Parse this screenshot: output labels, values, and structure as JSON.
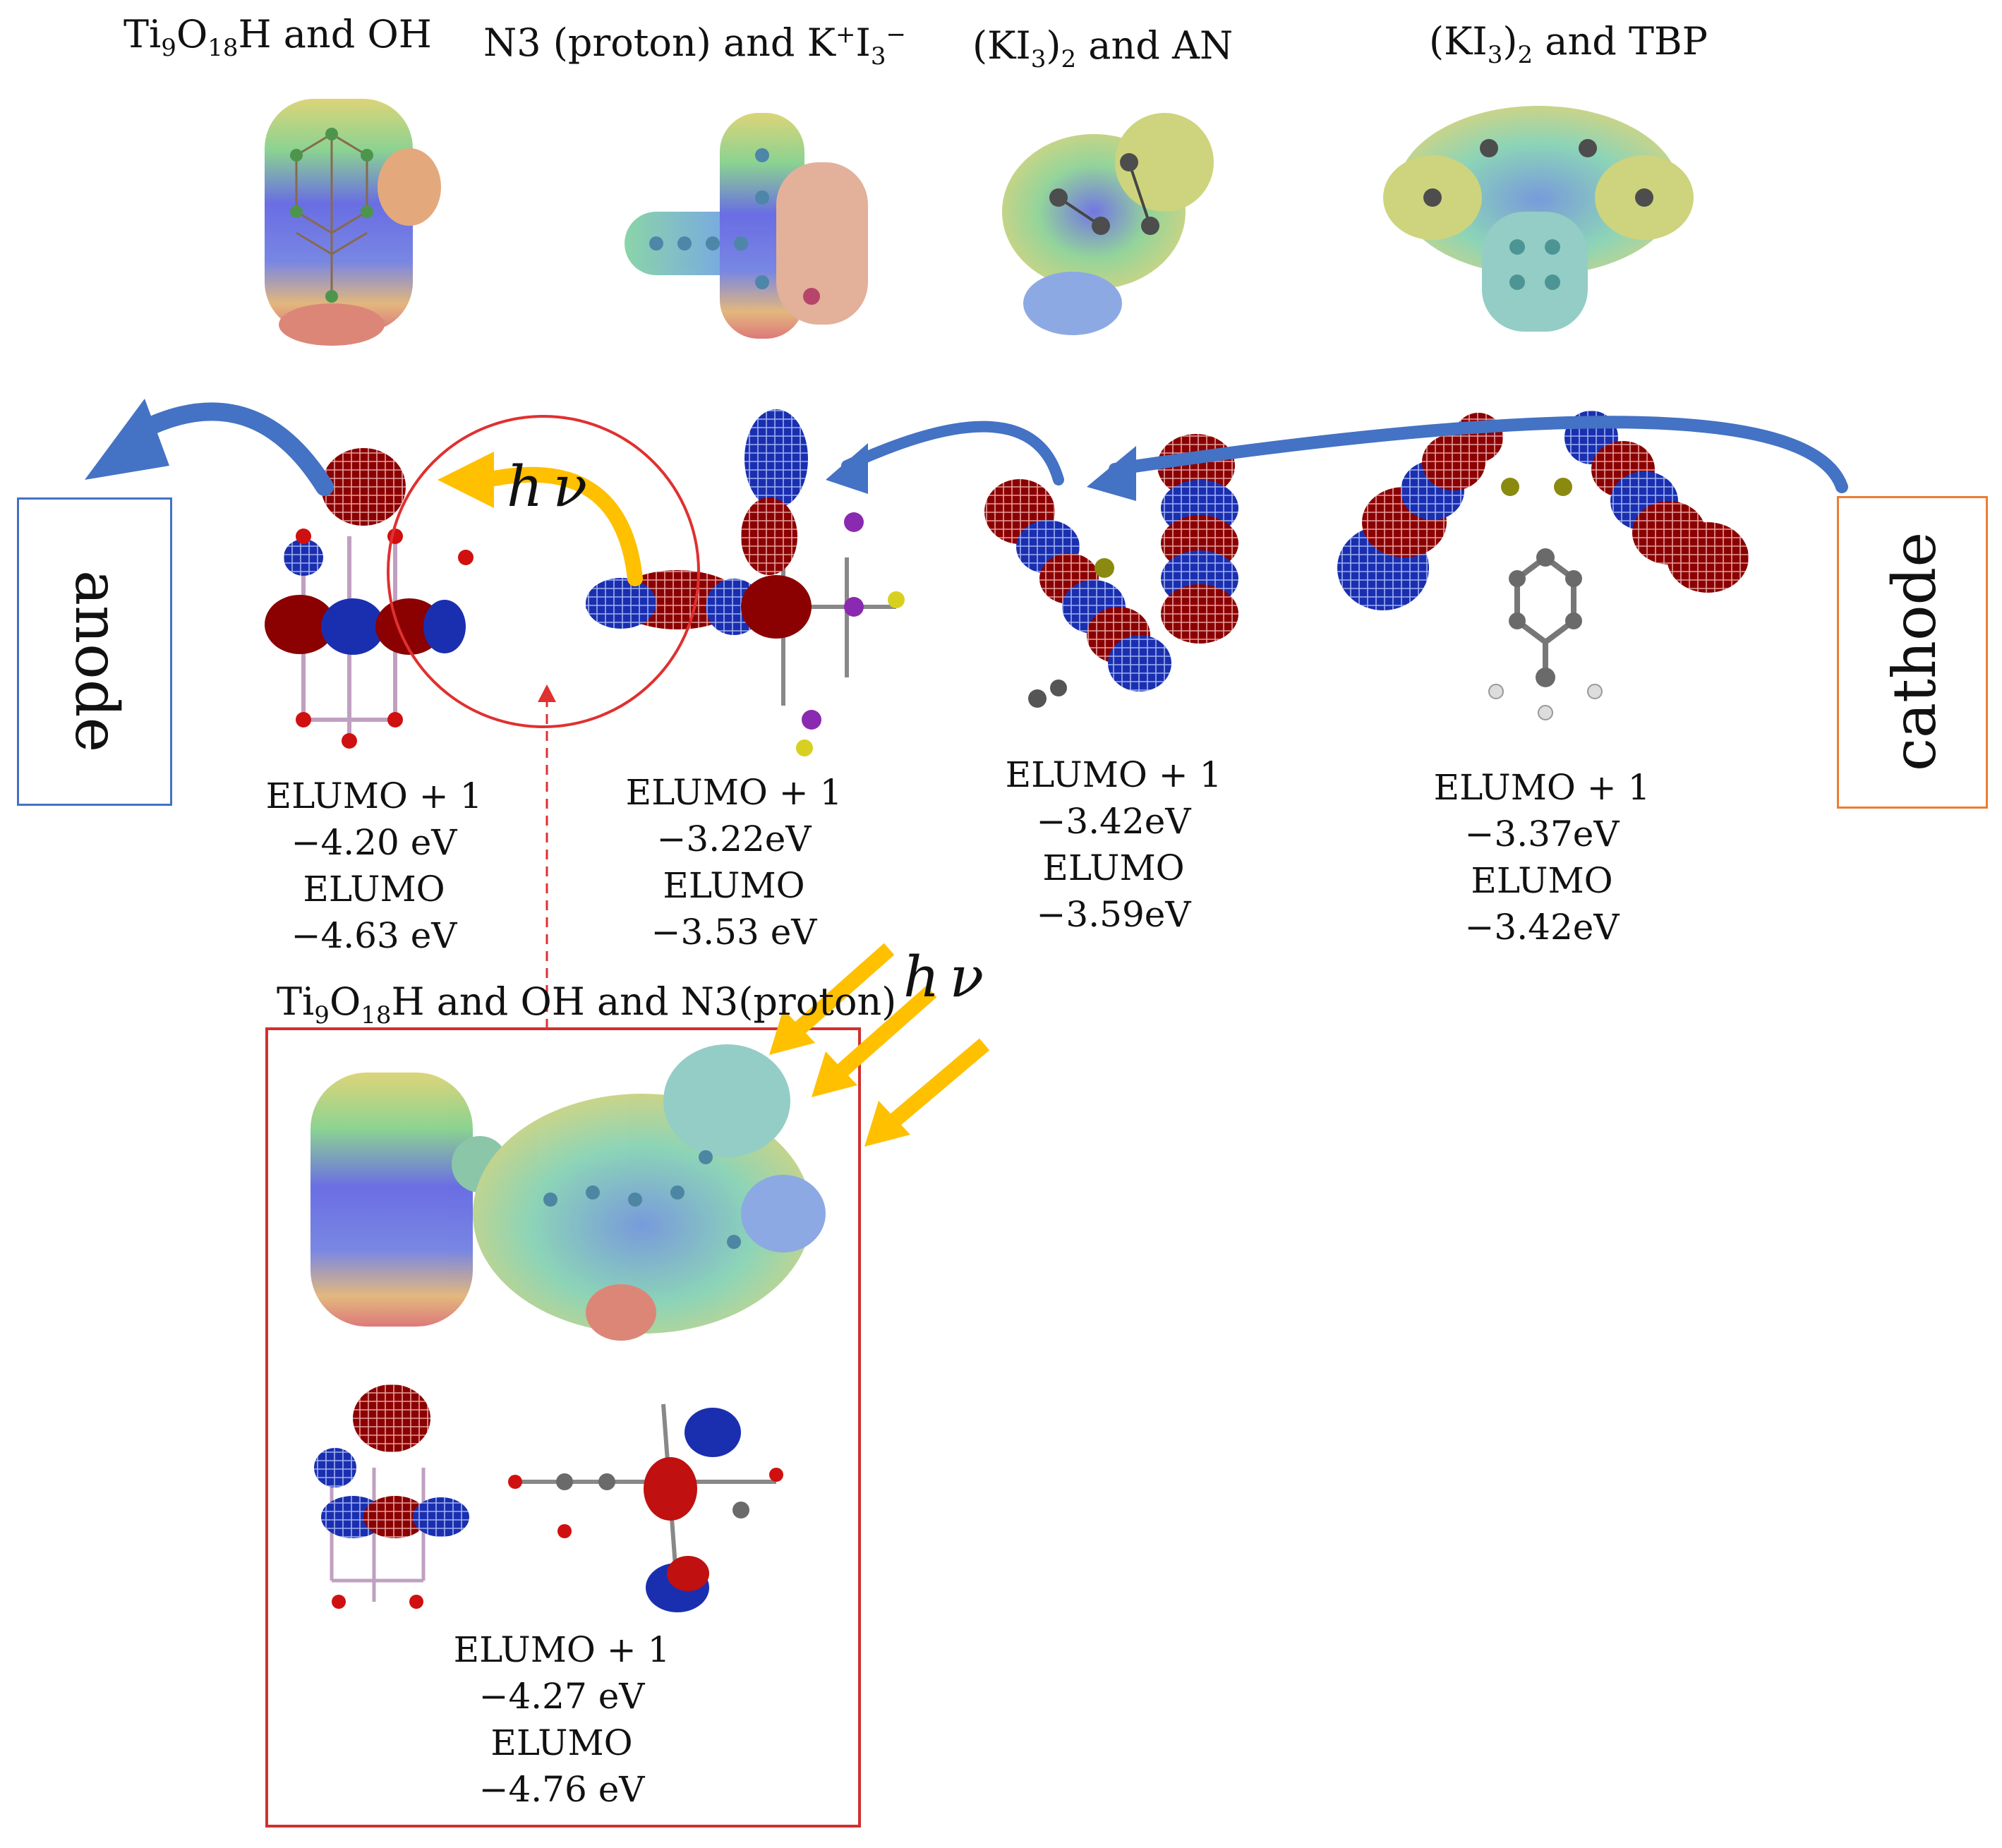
{
  "titles": {
    "t1": {
      "a": "Ti",
      "s1": "9",
      "b": "O",
      "s2": "18",
      "c": "H and OH"
    },
    "t2": {
      "a": "N3 (proton) and K",
      "sup1": "+",
      "b": "I",
      "s1": "3",
      "sup2": "−"
    },
    "t3": {
      "a": "(KI",
      "s1": "3",
      "b": ")",
      "s2": "2",
      "c": " and AN"
    },
    "t4": {
      "a": "(KI",
      "s1": "3",
      "b": ")",
      "s2": "2",
      "c": " and TBP"
    },
    "t5": {
      "a": "Ti",
      "s1": "9",
      "b": "O",
      "s2": "18",
      "c": "H and OH and N3(proton)"
    }
  },
  "electrodes": {
    "anode": "anode",
    "cathode": "cathode"
  },
  "photon": {
    "symbol_h": "h",
    "symbol_nu": "ν"
  },
  "energies": {
    "e1": {
      "l1": "ELUMO + 1",
      "v1": "−4.20 eV",
      "l2": "ELUMO",
      "v2": "−4.63 eV"
    },
    "e2": {
      "l1": "ELUMO + 1",
      "v1": "−3.22eV",
      "l2": "ELUMO",
      "v2": "−3.53 eV"
    },
    "e3": {
      "l1": "ELUMO + 1",
      "v1": "−3.42eV",
      "l2": "ELUMO",
      "v2": "−3.59eV"
    },
    "e4": {
      "l1": "ELUMO + 1",
      "v1": "−3.37eV",
      "l2": "ELUMO",
      "v2": "−3.42eV"
    },
    "e5": {
      "l1": "ELUMO + 1",
      "v1": "−4.27 eV",
      "l2": "ELUMO",
      "v2": "−4.76 eV"
    }
  },
  "colors": {
    "electron_arrow": "#4472c4",
    "photon_arrow": "#ffc000",
    "highlight": "#e03030",
    "anode_box": "#4472c4",
    "cathode_box": "#ed7d31",
    "orbital_red": "#8b0000",
    "orbital_blue": "#1a2fb0"
  }
}
